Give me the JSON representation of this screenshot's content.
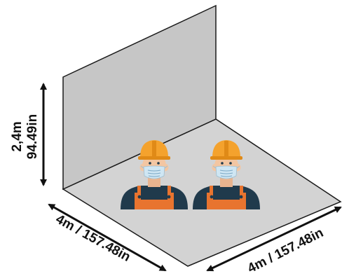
{
  "dimensions": {
    "height_value": "2,4m",
    "height_imperial": "94.49in",
    "length_left": "4m / 157.48in",
    "length_right": "4m / 157.48in"
  },
  "workers": [
    {
      "icon": "worker-with-hardhat-and-mask-icon"
    },
    {
      "icon": "worker-with-hardhat-and-mask-icon"
    }
  ],
  "colors": {
    "floor": "#d3d3d3",
    "wall": "#c6c6c6",
    "outline": "#1a1a1a",
    "helmet": "#f4a22d",
    "overalls": "#e8742f",
    "shirt": "#203a4c",
    "skin": "#f3c6a2",
    "mask": "#cfe6f3"
  }
}
